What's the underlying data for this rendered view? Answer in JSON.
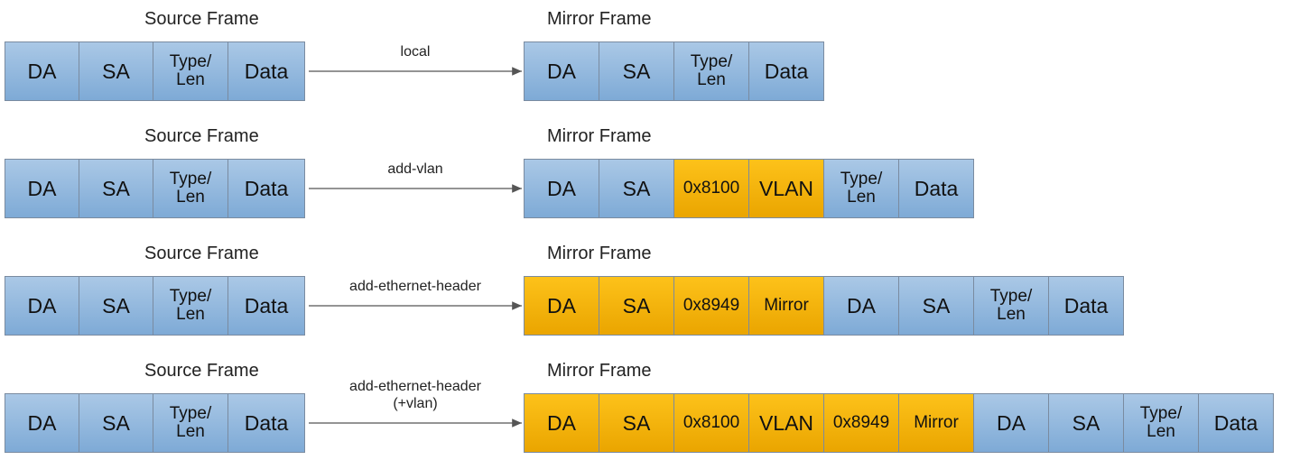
{
  "rows": [
    {
      "source_title": "Source Frame",
      "mirror_title": "Mirror Frame",
      "operation": "local",
      "source_fields": [
        "DA",
        "SA",
        "Type/\nLen",
        "Data"
      ],
      "mirror_fields": [
        {
          "text": "DA",
          "added": false
        },
        {
          "text": "SA",
          "added": false
        },
        {
          "text": "Type/\nLen",
          "added": false
        },
        {
          "text": "Data",
          "added": false
        }
      ]
    },
    {
      "source_title": "Source Frame",
      "mirror_title": "Mirror Frame",
      "operation": "add-vlan",
      "source_fields": [
        "DA",
        "SA",
        "Type/\nLen",
        "Data"
      ],
      "mirror_fields": [
        {
          "text": "DA",
          "added": false
        },
        {
          "text": "SA",
          "added": false
        },
        {
          "text": "0x8100",
          "added": true
        },
        {
          "text": "VLAN",
          "added": true
        },
        {
          "text": "Type/\nLen",
          "added": false
        },
        {
          "text": "Data",
          "added": false
        }
      ]
    },
    {
      "source_title": "Source Frame",
      "mirror_title": "Mirror Frame",
      "operation": "add-ethernet-header",
      "source_fields": [
        "DA",
        "SA",
        "Type/\nLen",
        "Data"
      ],
      "mirror_fields": [
        {
          "text": "DA",
          "added": true
        },
        {
          "text": "SA",
          "added": true
        },
        {
          "text": "0x8949",
          "added": true
        },
        {
          "text": "Mirror",
          "added": true
        },
        {
          "text": "DA",
          "added": false
        },
        {
          "text": "SA",
          "added": false
        },
        {
          "text": "Type/\nLen",
          "added": false
        },
        {
          "text": "Data",
          "added": false
        }
      ]
    },
    {
      "source_title": "Source Frame",
      "mirror_title": "Mirror Frame",
      "operation": "add-ethernet-header\n(+vlan)",
      "source_fields": [
        "DA",
        "SA",
        "Type/\nLen",
        "Data"
      ],
      "mirror_fields": [
        {
          "text": "DA",
          "added": true
        },
        {
          "text": "SA",
          "added": true
        },
        {
          "text": "0x8100",
          "added": true
        },
        {
          "text": "VLAN",
          "added": true
        },
        {
          "text": "0x8949",
          "added": true
        },
        {
          "text": "Mirror",
          "added": true
        },
        {
          "text": "DA",
          "added": false
        },
        {
          "text": "SA",
          "added": false
        },
        {
          "text": "Type/\nLen",
          "added": false
        },
        {
          "text": "Data",
          "added": false
        }
      ]
    }
  ]
}
